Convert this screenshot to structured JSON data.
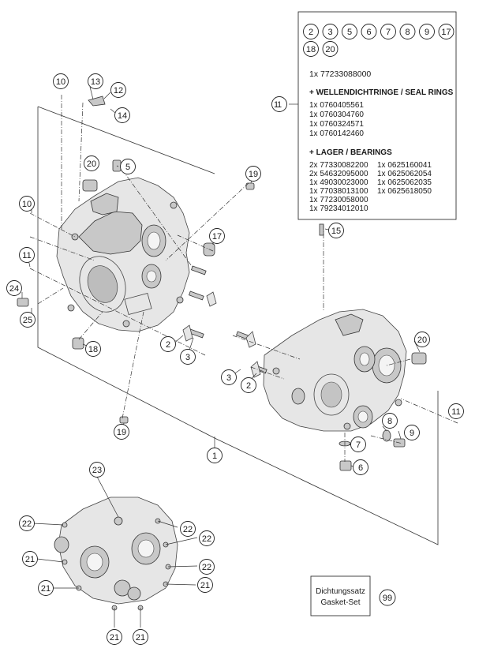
{
  "info_box": {
    "ref_row1": [
      "2",
      "3",
      "5",
      "6",
      "7",
      "8",
      "9",
      "17"
    ],
    "ref_row2": [
      "18",
      "20"
    ],
    "kit_number": "1x 77233088000",
    "callout": "1",
    "seal_heading": "+ WELLENDICHTRINGE / SEAL RINGS",
    "seal_items": [
      "1x 0760405561",
      "1x 0760304760",
      "1x 0760324571",
      "1x 0760142460"
    ],
    "bearing_heading": "+ LAGER / BEARINGS",
    "bearing_col1": [
      "2x 77330082200",
      "2x 54632095000",
      "1x 49030023000",
      "1x 77038013100",
      "1x 77230058000",
      "1x 79234012010"
    ],
    "bearing_col2": [
      "1x 0625160041",
      "1x 0625062054",
      "1x 0625062035",
      "1x 0625618050"
    ]
  },
  "gasket_box": {
    "line1": "Dichtungssatz",
    "line2": "Gasket-Set",
    "callout": "99"
  },
  "callouts": {
    "c10a": "10",
    "c13": "13",
    "c12": "12",
    "c14": "14",
    "c20a": "20",
    "c5": "5",
    "c19a": "19",
    "c10b": "10",
    "c17": "17",
    "c15": "15",
    "c11a": "11",
    "c24": "24",
    "c25": "25",
    "c18": "18",
    "c2a": "2",
    "c3a": "3",
    "c20b": "20",
    "c3b": "3",
    "c2b": "2",
    "c11b": "11",
    "c8": "8",
    "c9": "9",
    "c7": "7",
    "c6": "6",
    "c19b": "19",
    "c1": "1",
    "c23": "23",
    "c22a": "22",
    "c22b": "22",
    "c22c": "22",
    "c22d": "22",
    "c21a": "21",
    "c21b": "21",
    "c21c": "21",
    "c21d": "21",
    "c21e": "21"
  }
}
